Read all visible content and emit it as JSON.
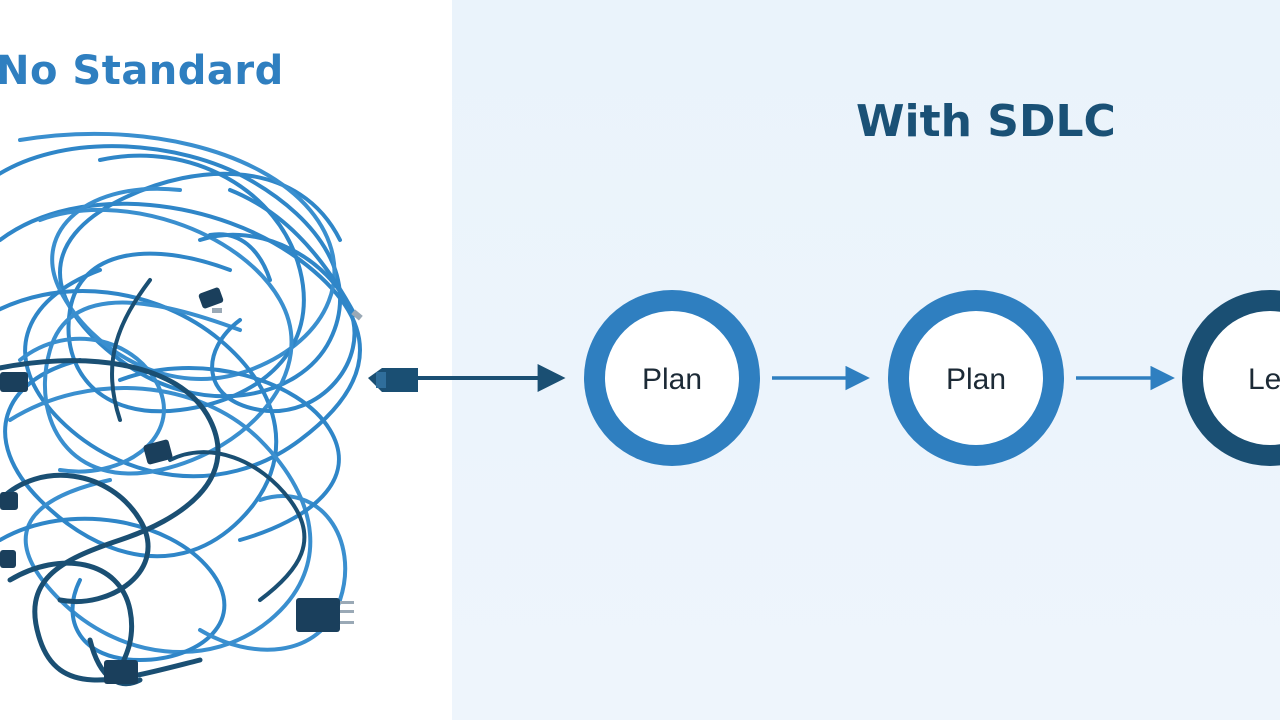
{
  "left": {
    "title": "No Standard"
  },
  "right": {
    "title": "With SDLC",
    "stages": [
      {
        "label": "Plan",
        "ring_color": "#2f7fc0"
      },
      {
        "label": "Plan",
        "ring_color": "#2f7fc0"
      },
      {
        "label": "Leu",
        "ring_color": "#1a4f73"
      }
    ]
  },
  "colors": {
    "cable_light": "#2f86c8",
    "cable_dark": "#1a4f73",
    "arrow": "#2f7fc0",
    "background_right": "#eaf3fb"
  }
}
